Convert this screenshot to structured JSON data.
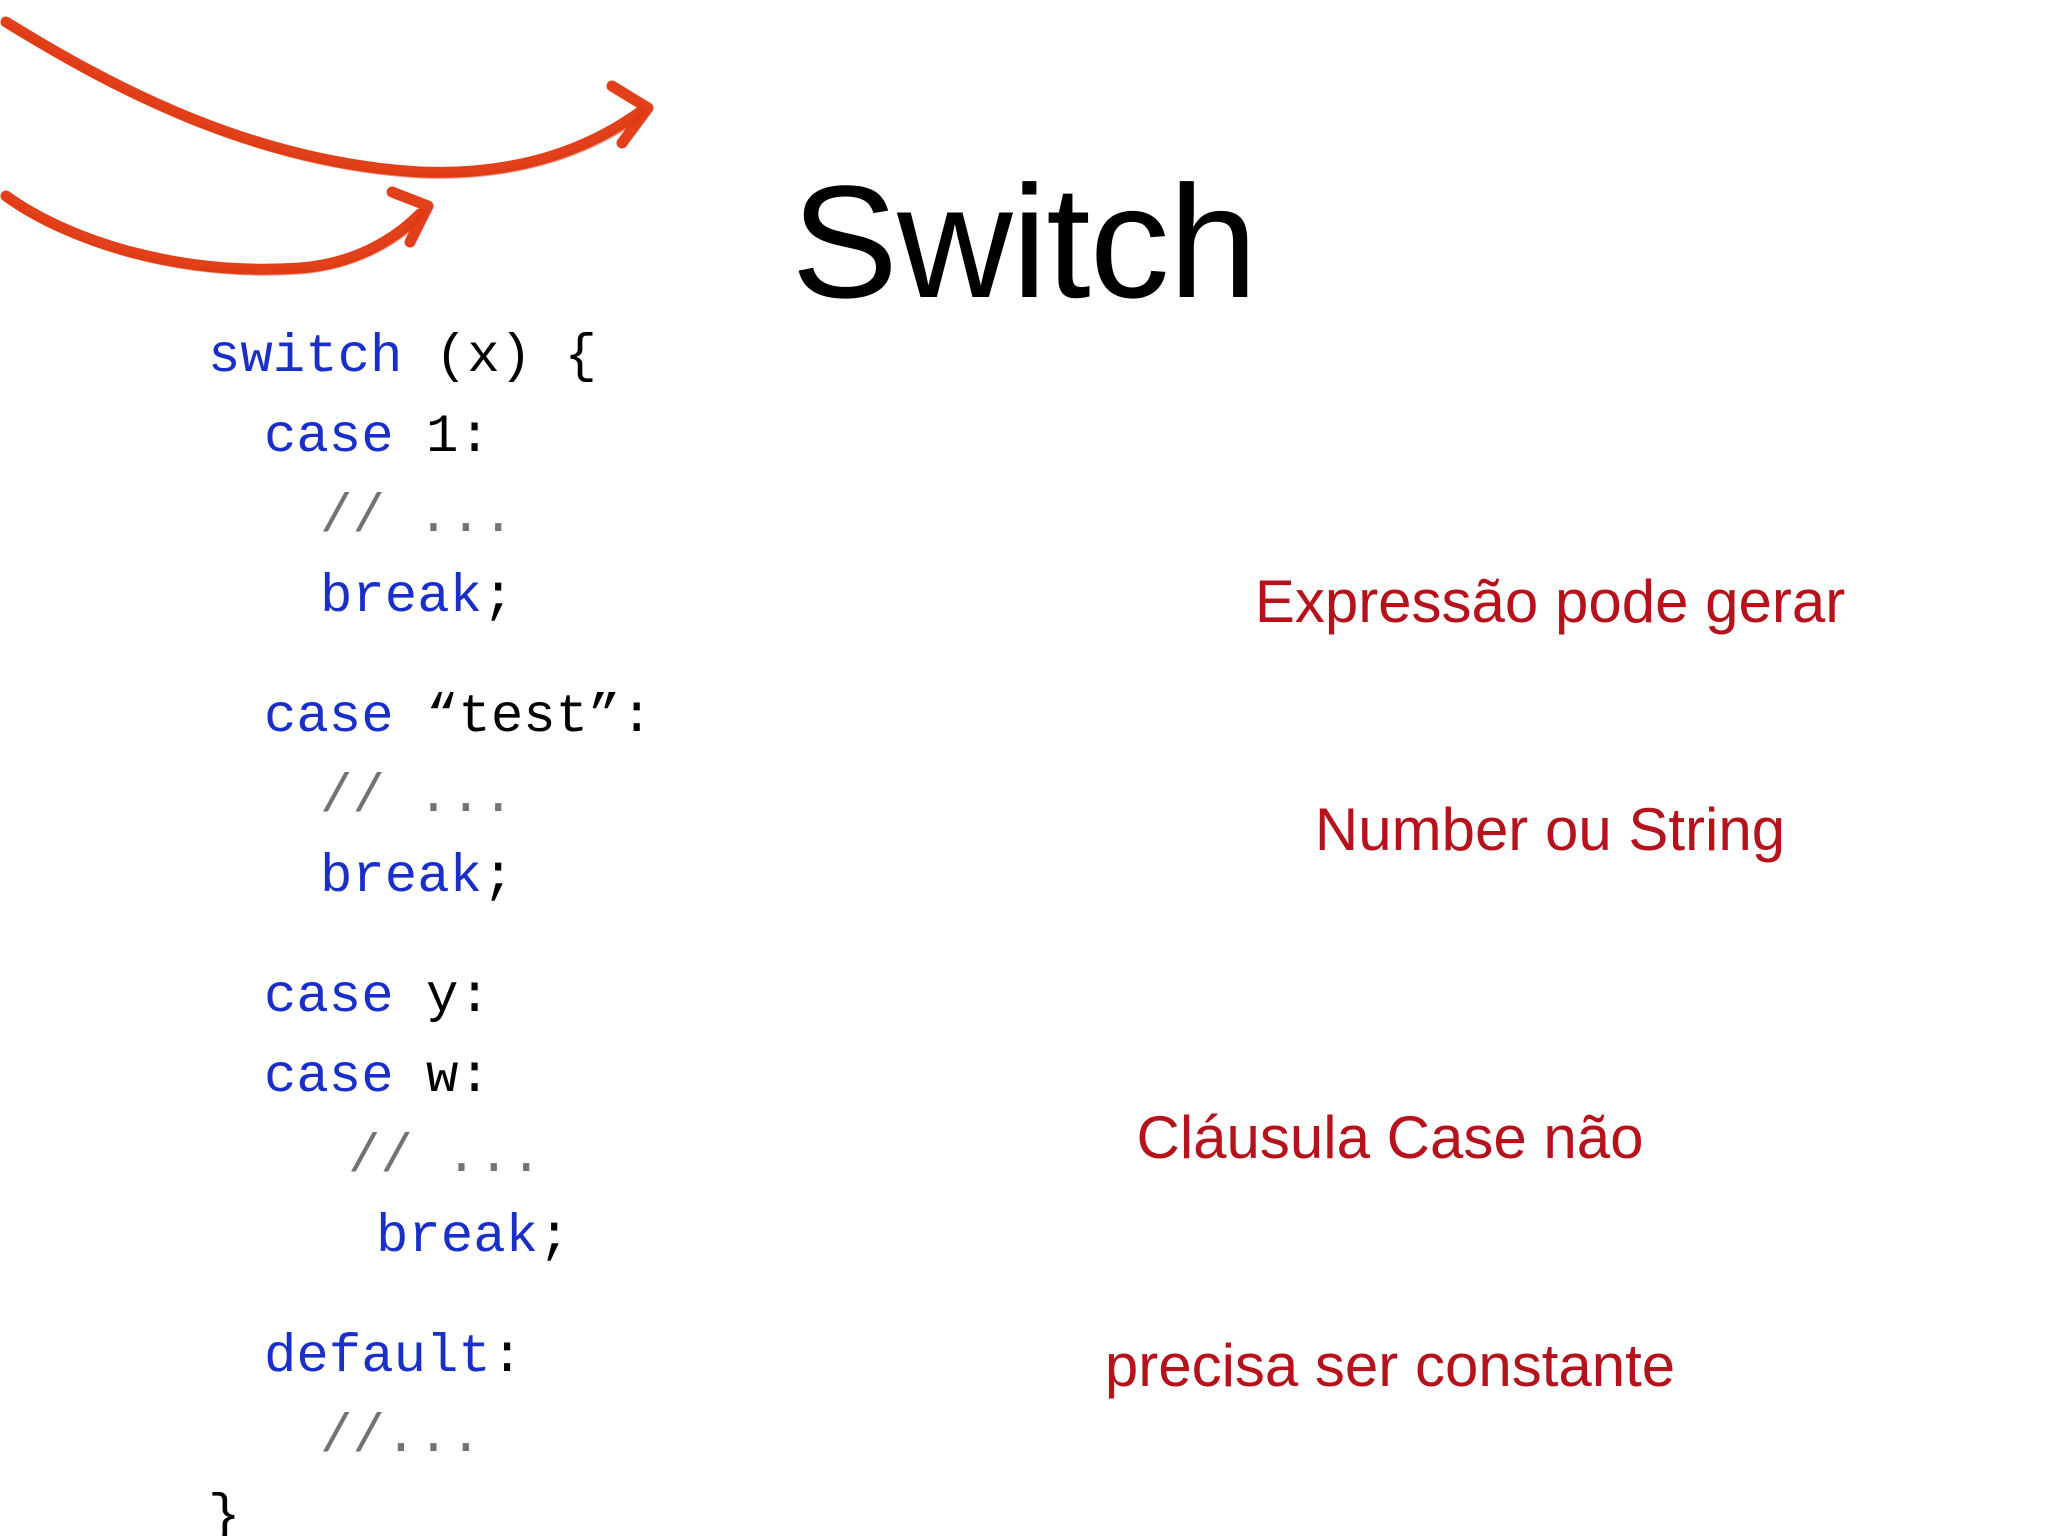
{
  "slide": {
    "title": "Switch",
    "background_color": "#ffffff"
  },
  "colors": {
    "keyword_blue": "#1a2ec8",
    "punctuation_black": "#000000",
    "comment_gray": "#737373",
    "annotation_red": "#b5121b",
    "arrow_red": "#e03a14",
    "title_black": "#000000"
  },
  "code": {
    "language": "javascript",
    "lines": [
      {
        "indent": 0,
        "tokens": [
          {
            "text": "switch",
            "kind": "keyword"
          },
          {
            "text": " (x) {",
            "kind": "punctuation"
          }
        ]
      },
      {
        "indent": 1,
        "tokens": [
          {
            "text": "case",
            "kind": "keyword"
          },
          {
            "text": " 1:",
            "kind": "punctuation"
          }
        ]
      },
      {
        "indent": 2,
        "tokens": [
          {
            "text": "// ...",
            "kind": "comment"
          }
        ]
      },
      {
        "indent": 2,
        "tokens": [
          {
            "text": "break",
            "kind": "keyword"
          },
          {
            "text": ";",
            "kind": "punctuation"
          }
        ]
      },
      {
        "indent": 0,
        "blank": true,
        "tokens": []
      },
      {
        "indent": 1,
        "tokens": [
          {
            "text": "case",
            "kind": "keyword"
          },
          {
            "text": " “test”:",
            "kind": "punctuation"
          }
        ]
      },
      {
        "indent": 2,
        "tokens": [
          {
            "text": "// ...",
            "kind": "comment"
          }
        ]
      },
      {
        "indent": 2,
        "tokens": [
          {
            "text": "break",
            "kind": "keyword"
          },
          {
            "text": ";",
            "kind": "punctuation"
          }
        ]
      },
      {
        "indent": 0,
        "blank": true,
        "tokens": []
      },
      {
        "indent": 1,
        "tokens": [
          {
            "text": "case",
            "kind": "keyword"
          },
          {
            "text": " y:",
            "kind": "punctuation"
          }
        ]
      },
      {
        "indent": 1,
        "tokens": [
          {
            "text": "case",
            "kind": "keyword"
          },
          {
            "text": " w:",
            "kind": "punctuation"
          }
        ]
      },
      {
        "indent": 2.5,
        "tokens": [
          {
            "text": "// ...",
            "kind": "comment"
          }
        ]
      },
      {
        "indent": 3,
        "tokens": [
          {
            "text": "break",
            "kind": "keyword"
          },
          {
            "text": ";",
            "kind": "punctuation"
          }
        ]
      },
      {
        "indent": 0,
        "blank": true,
        "tokens": []
      },
      {
        "indent": 1,
        "tokens": [
          {
            "text": "default",
            "kind": "keyword"
          },
          {
            "text": ":",
            "kind": "punctuation"
          }
        ]
      },
      {
        "indent": 2,
        "tokens": [
          {
            "text": "//...",
            "kind": "comment"
          }
        ]
      },
      {
        "indent": 0,
        "tokens": [
          {
            "text": "}",
            "kind": "punctuation"
          }
        ]
      }
    ]
  },
  "annotations": [
    {
      "id": "expression",
      "line1": "Expressão pode gerar",
      "line2": "Number ou String"
    },
    {
      "id": "case",
      "line1": "Cláusula Case não",
      "line2": "precisa ser constante"
    }
  ],
  "arrows": [
    {
      "id": "expression-arrow",
      "points_to": "expression",
      "style": "hand-drawn-curve"
    },
    {
      "id": "case-arrow",
      "points_to": "case",
      "style": "hand-drawn-curve"
    }
  ]
}
